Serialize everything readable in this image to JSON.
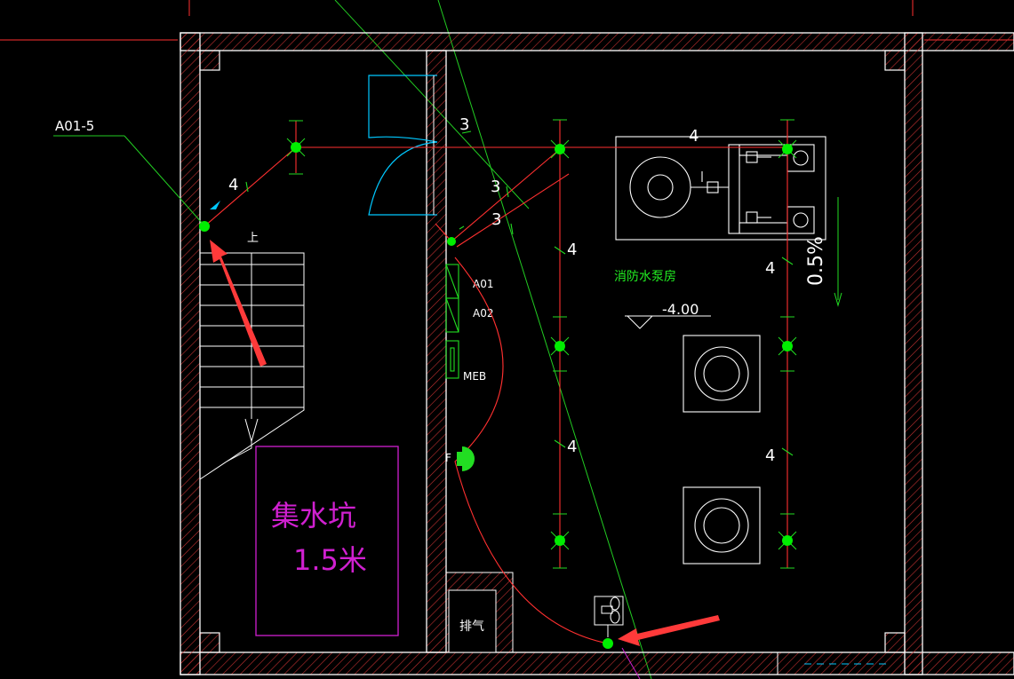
{
  "colors": {
    "background": "#000000",
    "wall": "#ffffff",
    "hatch": "#ff4040",
    "wire": "#ff3030",
    "fixture": "#00ee00",
    "leader": "#22cc22",
    "label_green": "#22ee22",
    "pit": "#d020d0",
    "arrow": "#ff3a3a",
    "door": "#00c8ff",
    "equipment": "#ffffff"
  },
  "labels": {
    "circuit_ref": "A01-5",
    "panel_a01": "A01",
    "panel_a02": "A02",
    "meb": "MEB",
    "fire_device": "F",
    "room_name": "消防水泵房",
    "elevation": "-4.00",
    "slope": "0.5%",
    "pit_name": "集水坑",
    "pit_depth": "1.5米",
    "exhaust": "排气",
    "stair_up": "上",
    "wire_count_3": "3",
    "wire_count_4": "4"
  },
  "icons": [
    "light-fixture-icon",
    "fan-icon",
    "annotation-arrow-icon",
    "fire-alarm-icon"
  ]
}
